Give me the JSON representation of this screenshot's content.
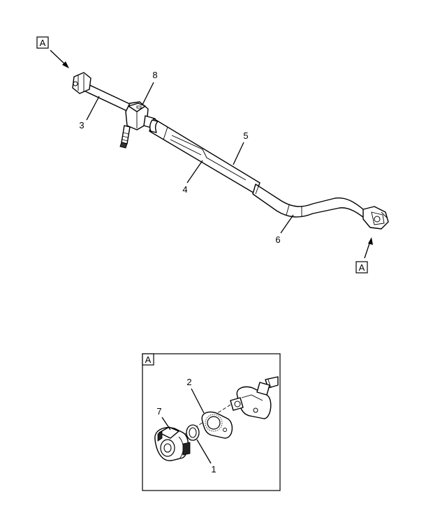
{
  "view_marker": "A",
  "callouts": {
    "c1": "1",
    "c2": "2",
    "c3": "3",
    "c4": "4",
    "c5": "5",
    "c6": "6",
    "c7": "7",
    "c8": "8"
  },
  "colors": {
    "line": "#000000",
    "background": "#ffffff"
  }
}
